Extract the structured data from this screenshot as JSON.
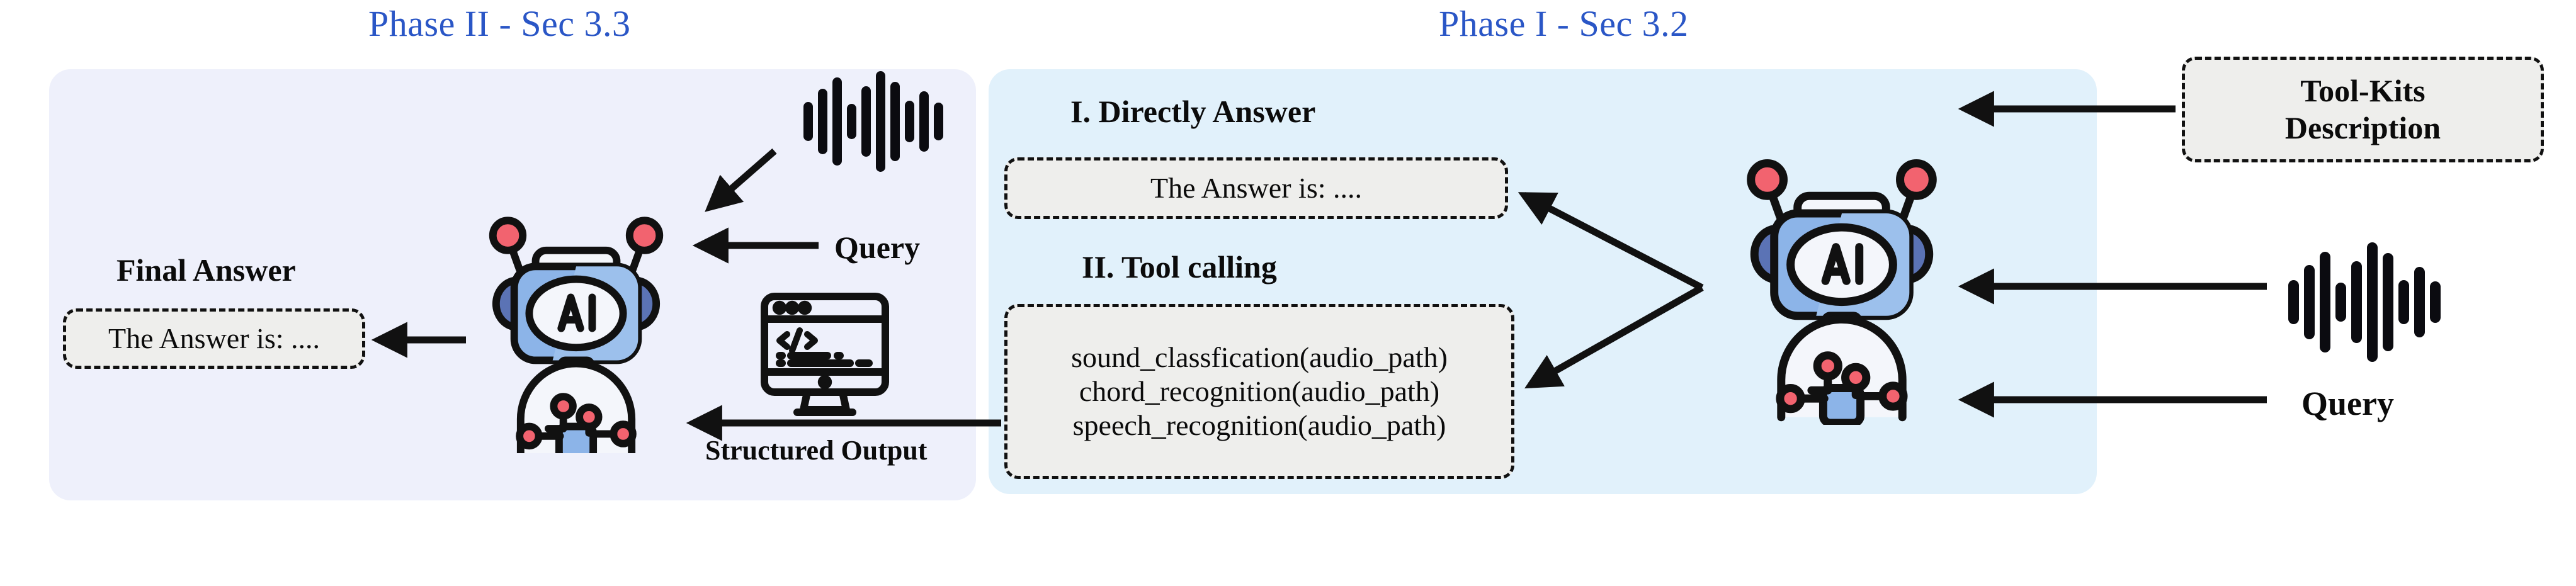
{
  "phases": {
    "left": {
      "title": "Phase II - Sec 3.3"
    },
    "right": {
      "title": "Phase I - Sec 3.2"
    }
  },
  "left_panel": {
    "final_answer_heading": "Final Answer",
    "final_answer_box": {
      "text": "The Answer is: ...."
    },
    "query_label": "Query",
    "structured_output_label": "Structured Output",
    "audio_icon": "audio-waveform-icon",
    "code_monitor_icon": "code-monitor-icon",
    "agent_icon": "ai-robot-icon"
  },
  "right_panel": {
    "option_one_heading": "I. Directly Answer",
    "direct_answer_box": {
      "text": "The Answer is: ...."
    },
    "option_two_heading": "II. Tool calling",
    "tool_calls": [
      "sound_classfication(audio_path)",
      "chord_recognition(audio_path)",
      "speech_recognition(audio_path)"
    ],
    "agent_icon": "ai-robot-icon"
  },
  "inputs": {
    "toolkits_box": {
      "line1": "Tool-Kits",
      "line2": "Description"
    },
    "audio_icon": "audio-waveform-icon",
    "query_label": "Query"
  },
  "colors": {
    "phase_title": "#2a56c6",
    "left_panel_bg": "#eef0fb",
    "right_panel_bg": "#e1f1fb",
    "dashed_box_fill": "#eeeeec",
    "stroke": "#111111",
    "robot_head": "#8cb4e8",
    "robot_accent": "#5b73b5",
    "robot_antenna": "#f2636f"
  },
  "waveform": {
    "bars": [
      38,
      66,
      92,
      34,
      72,
      108,
      80,
      42,
      60,
      36
    ]
  }
}
